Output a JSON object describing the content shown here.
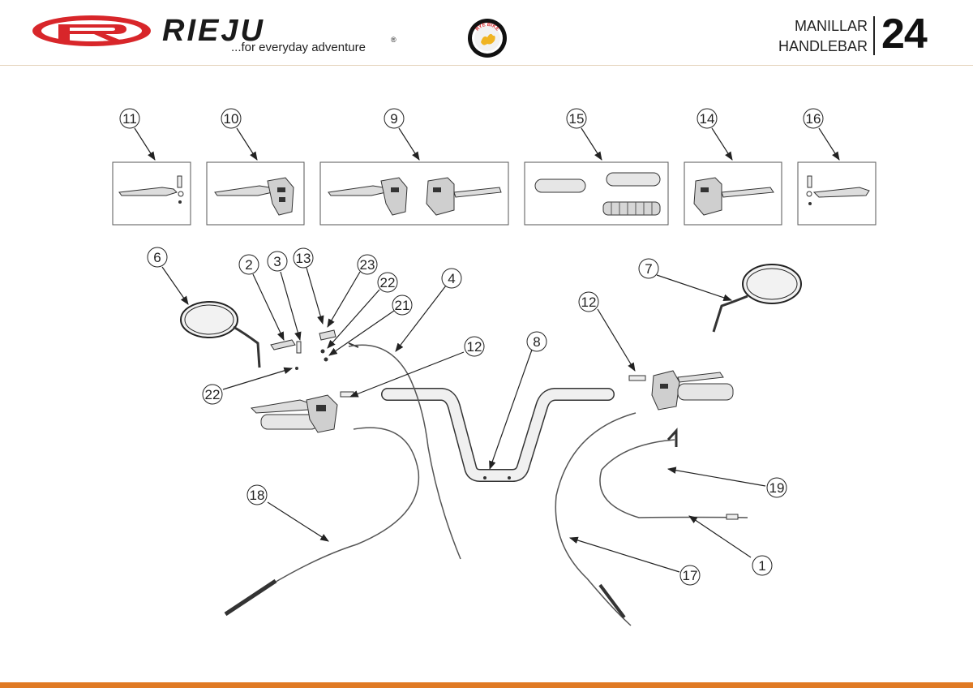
{
  "header": {
    "brand": "RIEJU",
    "tagline": "...for everyday adventure",
    "badge_text": "RYE BIKE",
    "title_es": "MANILLAR",
    "title_en": "HANDLEBAR",
    "page_number": "24"
  },
  "colors": {
    "brand_red": "#d8262a",
    "accent_orange": "#e07a24",
    "line": "#333333"
  },
  "callouts": [
    {
      "id": "c11",
      "label": "11"
    },
    {
      "id": "c10",
      "label": "10"
    },
    {
      "id": "c9",
      "label": "9"
    },
    {
      "id": "c15",
      "label": "15"
    },
    {
      "id": "c14",
      "label": "14"
    },
    {
      "id": "c16",
      "label": "16"
    },
    {
      "id": "c6",
      "label": "6"
    },
    {
      "id": "c2",
      "label": "2"
    },
    {
      "id": "c3",
      "label": "3"
    },
    {
      "id": "c13",
      "label": "13"
    },
    {
      "id": "c23",
      "label": "23"
    },
    {
      "id": "c22a",
      "label": "22"
    },
    {
      "id": "c21",
      "label": "21"
    },
    {
      "id": "c4",
      "label": "4"
    },
    {
      "id": "c12a",
      "label": "12"
    },
    {
      "id": "c8",
      "label": "8"
    },
    {
      "id": "c7",
      "label": "7"
    },
    {
      "id": "c12b",
      "label": "12"
    },
    {
      "id": "c22b",
      "label": "22"
    },
    {
      "id": "c18",
      "label": "18"
    },
    {
      "id": "c19",
      "label": "19"
    },
    {
      "id": "c1",
      "label": "1"
    },
    {
      "id": "c17",
      "label": "17"
    }
  ]
}
